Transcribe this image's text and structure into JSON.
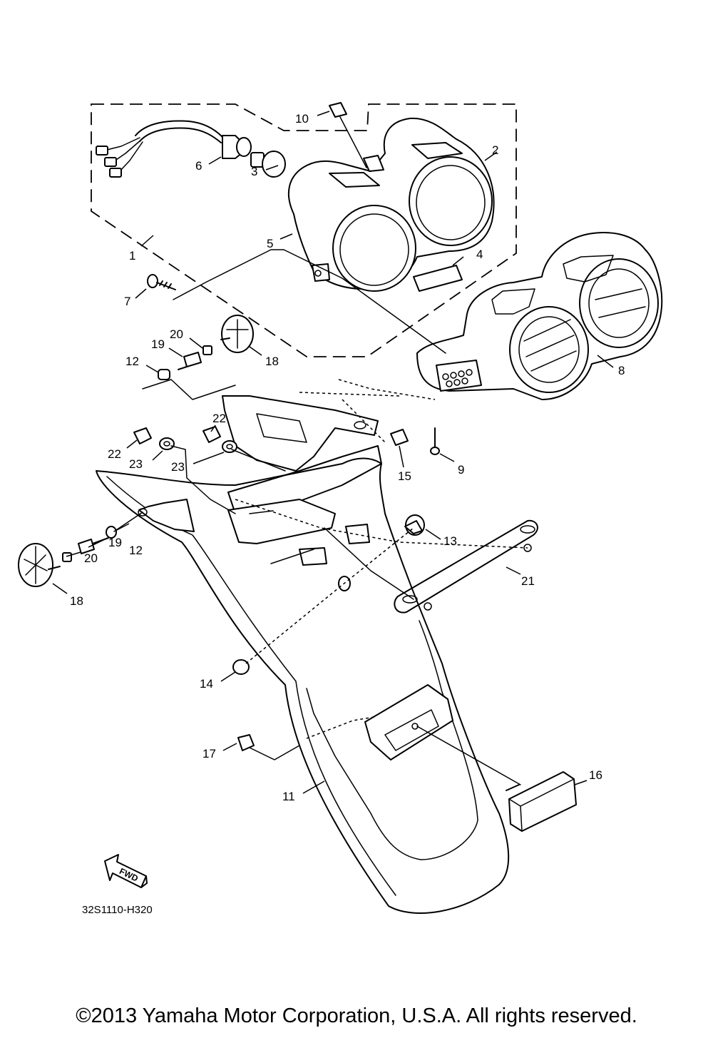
{
  "diagram": {
    "callouts": {
      "c1": "1",
      "c2": "2",
      "c3": "3",
      "c4": "4",
      "c5": "5",
      "c6": "6",
      "c7": "7",
      "c8": "8",
      "c9": "9",
      "c10": "10",
      "c11": "11",
      "c12a": "12",
      "c12b": "12",
      "c13": "13",
      "c14": "14",
      "c15": "15",
      "c16": "16",
      "c17": "17",
      "c18a": "18",
      "c18b": "18",
      "c19a": "19",
      "c19b": "19",
      "c20a": "20",
      "c20b": "20",
      "c21": "21",
      "c22a": "22",
      "c22b": "22",
      "c23a": "23",
      "c23b": "23"
    },
    "fwd_label": "FWD",
    "diagram_code": "32S1110-H320"
  },
  "footer": {
    "copyright": "©2013 Yamaha Motor Corporation, U.S.A. All rights reserved."
  }
}
